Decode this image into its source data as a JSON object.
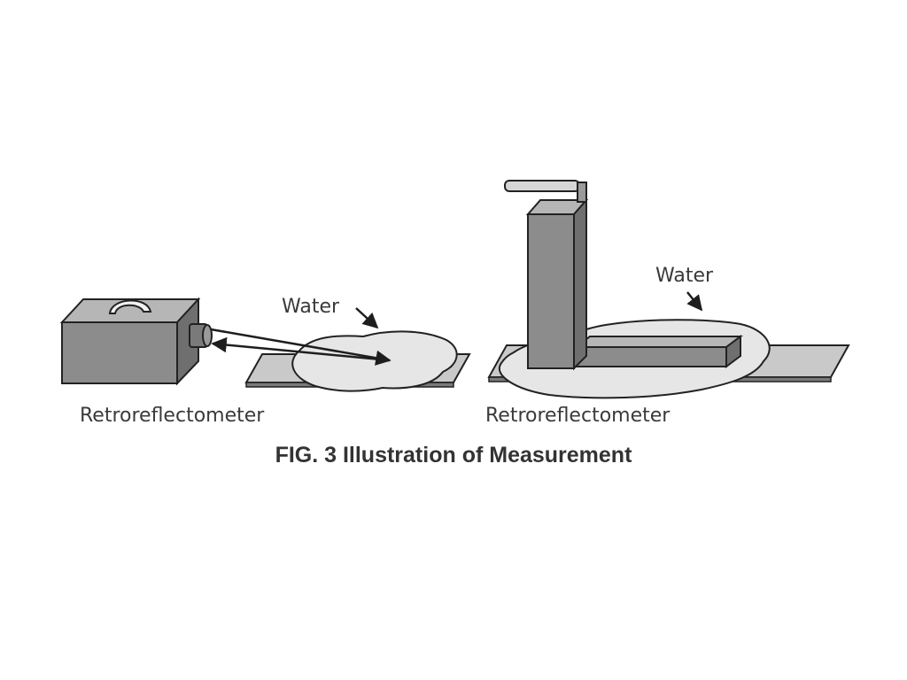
{
  "figure": {
    "left_panel": {
      "device_label": "Retroreflectometer",
      "water_label": "Water"
    },
    "right_panel": {
      "device_label": "Retroreflectometer",
      "water_label": "Water"
    },
    "caption": "FIG. 3 Illustration of Measurement"
  },
  "colors": {
    "device_face": "#8a8a8a",
    "device_top": "#b4b4b4",
    "device_side": "#6e6e6e",
    "water": "#e4e4e4",
    "plate": "#9c9c9c",
    "outline": "#222222"
  }
}
